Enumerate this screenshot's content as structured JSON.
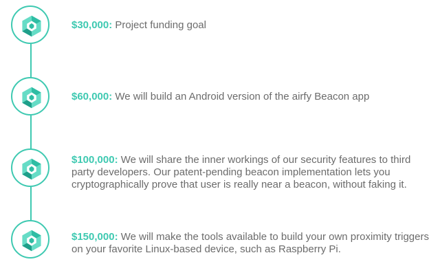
{
  "colors": {
    "accent": "#3ec9b1",
    "text": "#6b6b6b",
    "icon_light": "#66dcc6",
    "icon_mid": "#2fbda4",
    "icon_dark": "#1f9f8a"
  },
  "icon": "airfy-logo-icon",
  "stretch_goals": [
    {
      "amount": "$30,000:",
      "description": " Project funding goal"
    },
    {
      "amount": "$60,000:",
      "description": " We will build an Android version of the airfy Beacon app"
    },
    {
      "amount": "$100,000:",
      "description": " We will share the inner workings of our security features to third party developers. Our patent-pending beacon implementation lets you cryptographically prove that user is really near a beacon, without faking it."
    },
    {
      "amount": "$150,000:",
      "description": " We will make the tools available to build your own proximity triggers on your favorite Linux-based device, such as Raspberry Pi."
    }
  ]
}
